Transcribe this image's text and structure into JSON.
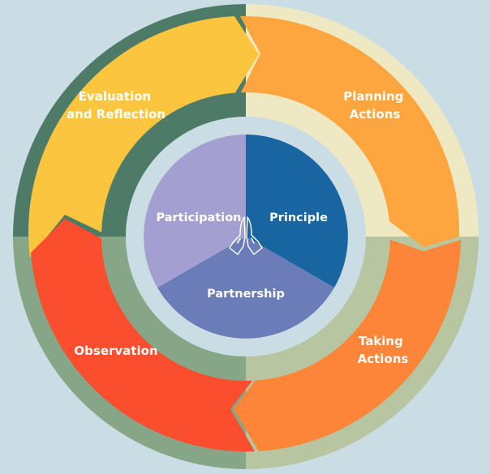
{
  "colors": {
    "background": "#cbdde4",
    "ring_top_left": "#4e7a68",
    "ring_top_right": "#efe9c3",
    "ring_bottom_left": "#87a688",
    "ring_bottom_right": "#b7c5a1",
    "gap": "#cbdde4",
    "evaluation": "#fbc63e",
    "planning": "#fda53f",
    "taking_actions": "#fc8538",
    "observation": "#fb4e2e",
    "participation": "#a39fd1",
    "principle": "#1865a1",
    "partnership": "#6b7db9"
  },
  "cycle": {
    "evaluation": [
      "Evaluation",
      "and Reflection"
    ],
    "planning": [
      "Planning",
      "Actions"
    ],
    "taking_actions": [
      "Taking",
      "Actions"
    ],
    "observation": [
      "Observation"
    ]
  },
  "center": {
    "participation": "Participation",
    "principle": "Principle",
    "partnership": "Partnership",
    "icon": "praying-hands-icon"
  }
}
